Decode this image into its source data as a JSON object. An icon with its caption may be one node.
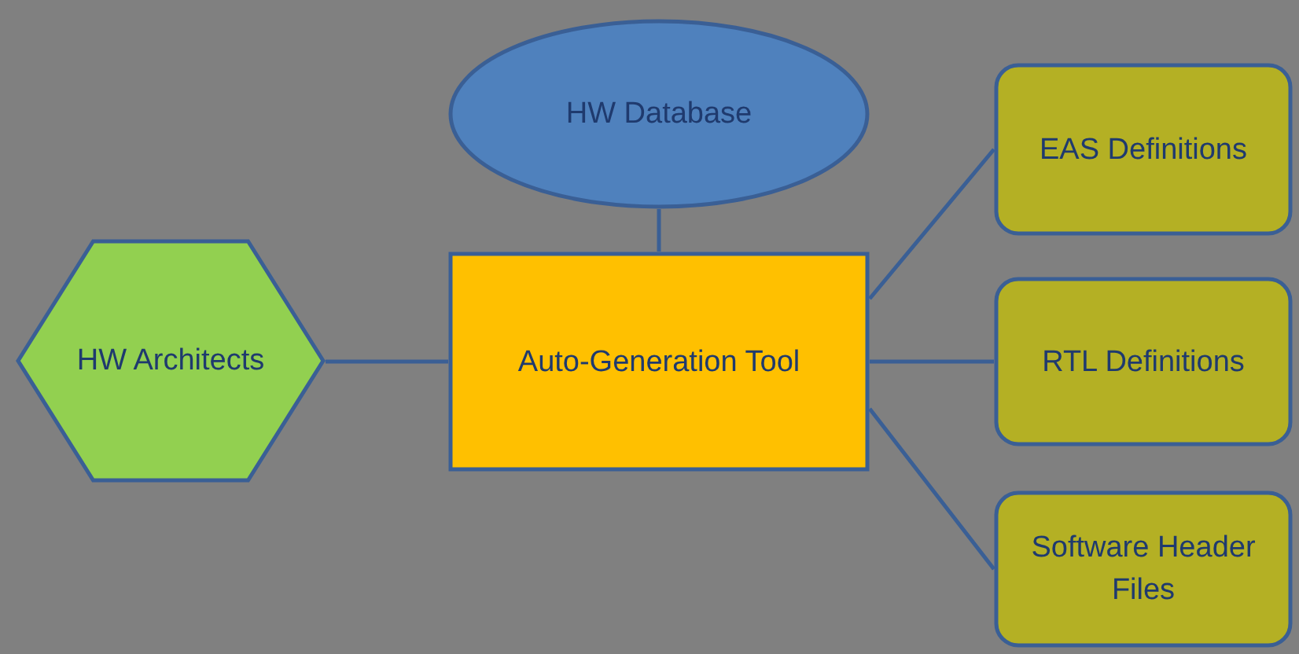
{
  "diagram": {
    "nodes": [
      {
        "text": [
          "HW Database"
        ]
      },
      {
        "text": [
          "HW Architects"
        ]
      },
      {
        "text": [
          "Auto-Generation Tool"
        ]
      },
      {
        "text": [
          "EAS Definitions"
        ]
      },
      {
        "text": [
          "RTL Definitions"
        ]
      },
      {
        "text": [
          "Software Header Files"
        ]
      }
    ],
    "edges": [
      {
        "from": 1,
        "to": 2,
        "arrow": "none"
      },
      {
        "from": 0,
        "to": 2,
        "arrow": "none"
      },
      {
        "from": 2,
        "to": 3,
        "arrow": "none"
      },
      {
        "from": 2,
        "to": 4,
        "arrow": "none"
      },
      {
        "from": 2,
        "to": 5,
        "arrow": "none"
      }
    ]
  }
}
